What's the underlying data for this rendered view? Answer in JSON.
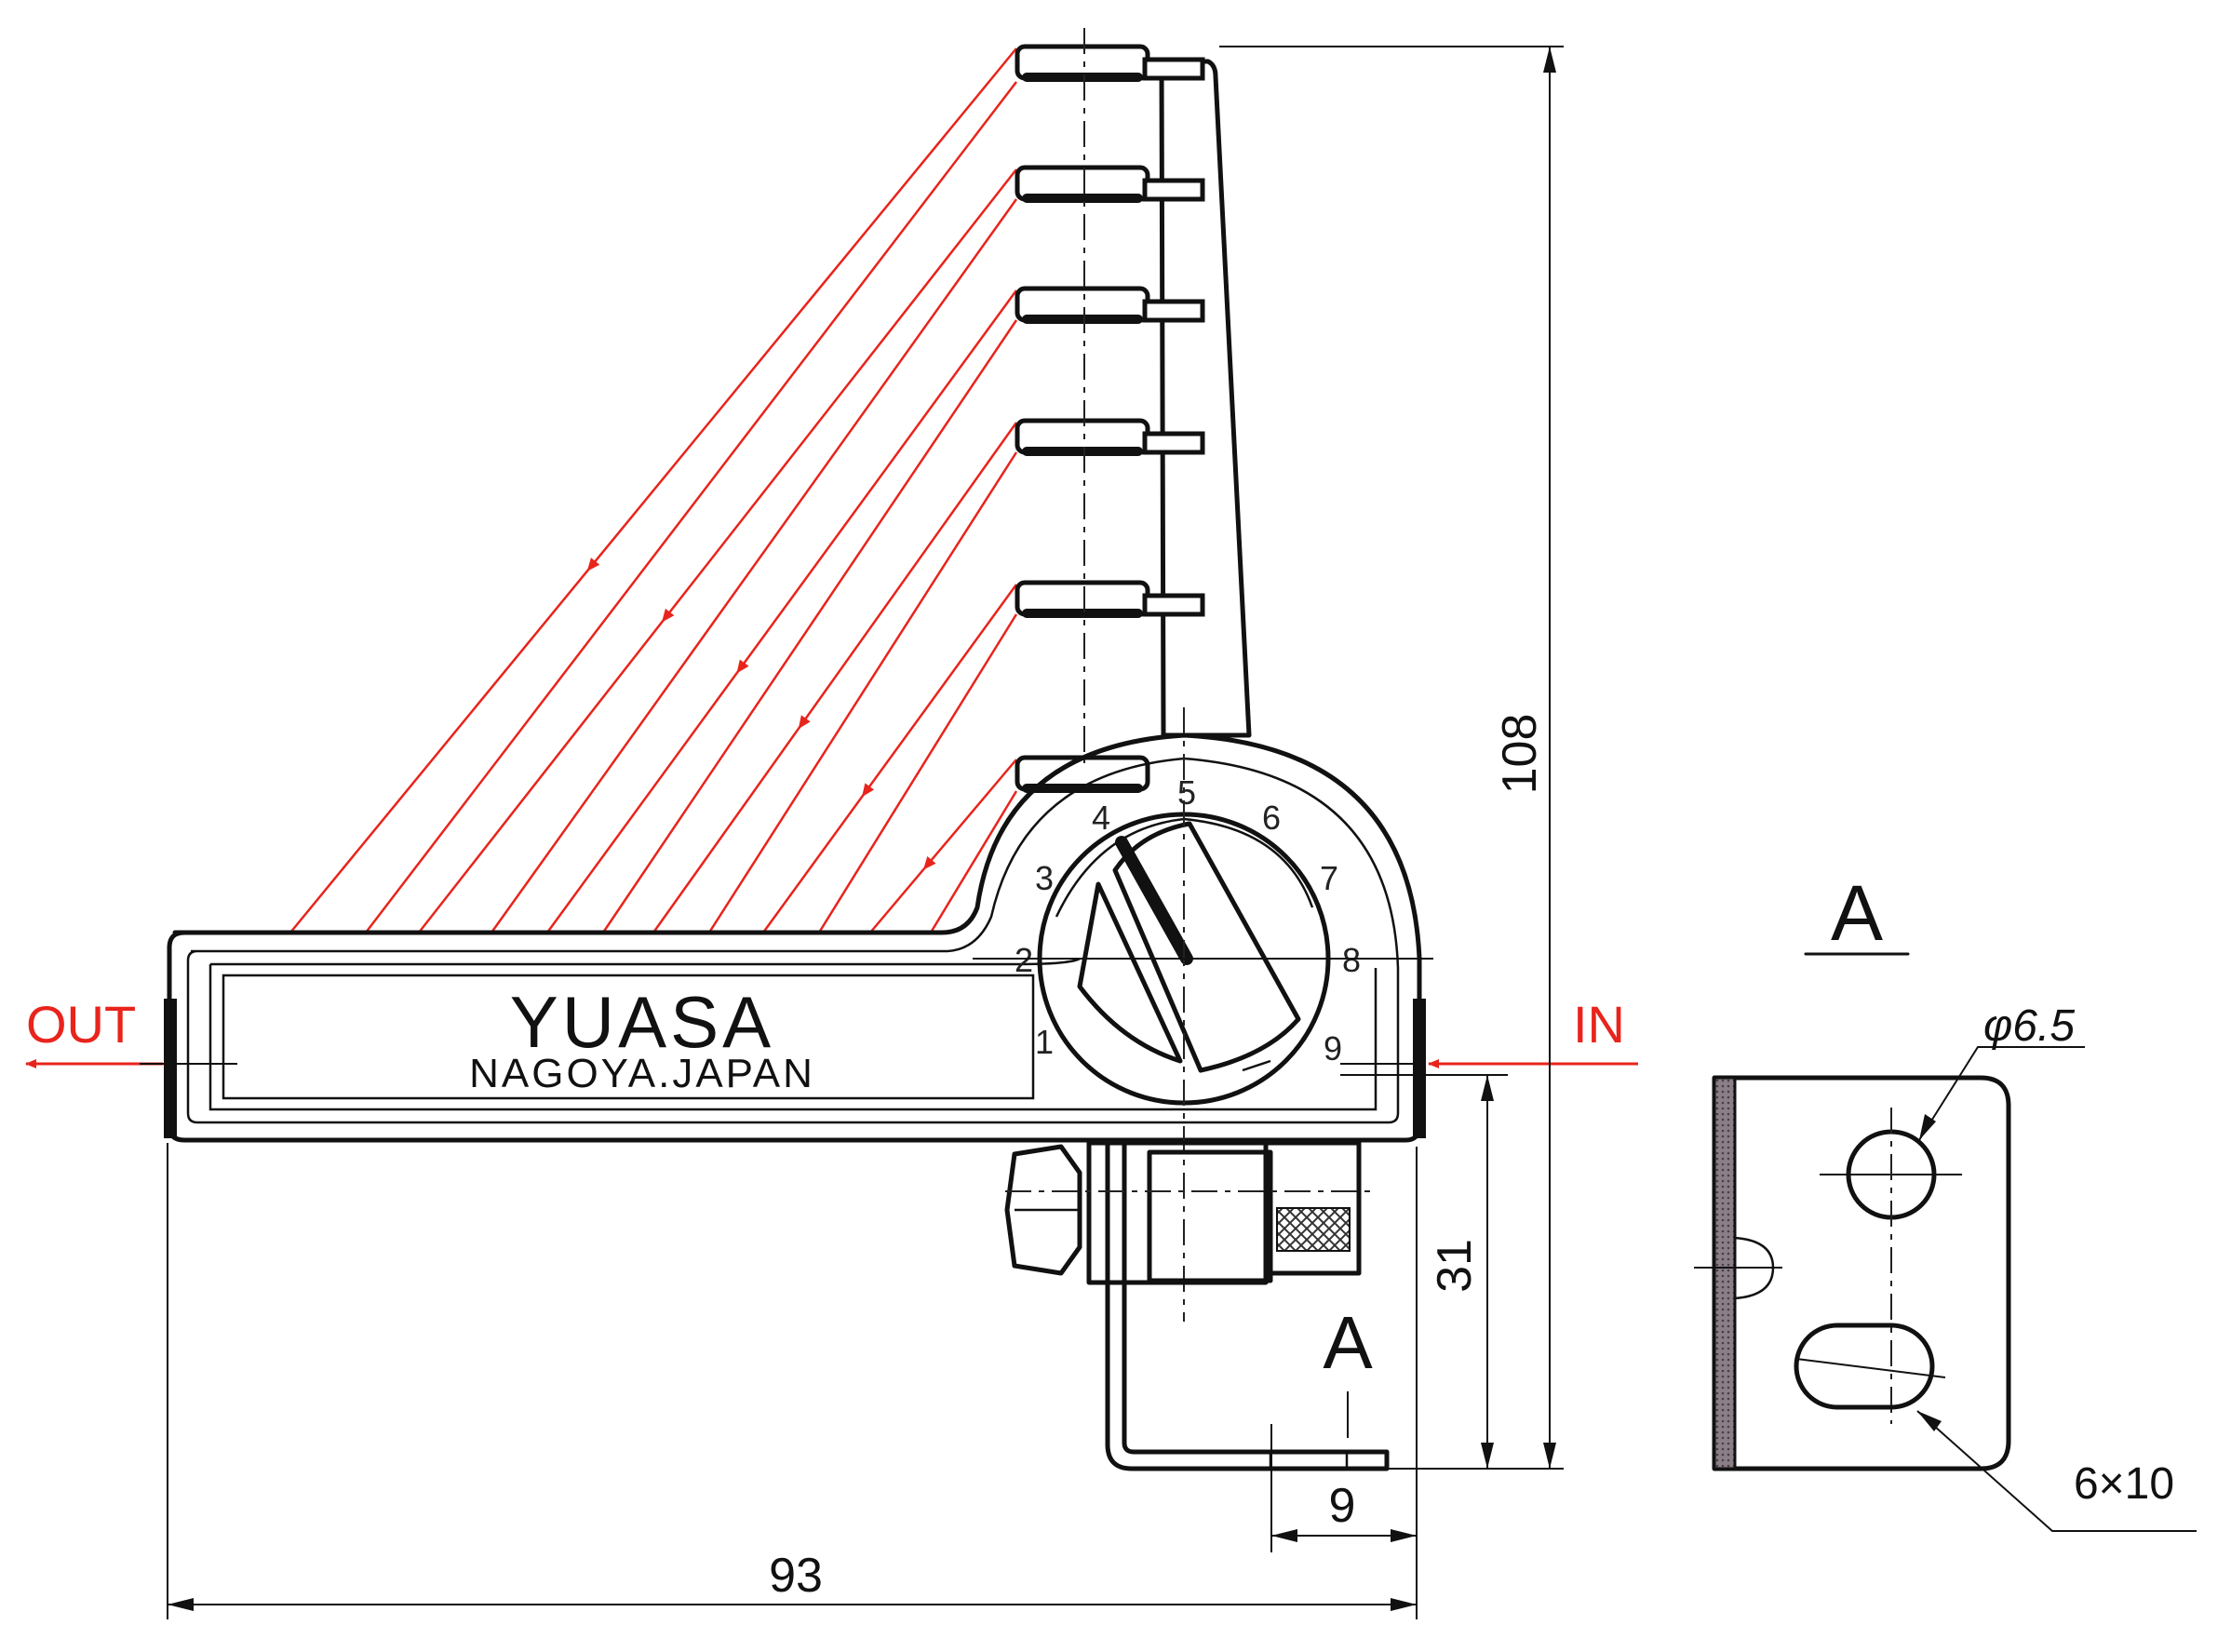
{
  "labels": {
    "brand": "YUASA",
    "origin": "NAGOYA.JAPAN",
    "out": "OUT",
    "in": "IN",
    "section_mark_front": "A",
    "section_title": "A",
    "hole_diameter": "φ6.5",
    "slot_size": "6×10"
  },
  "dimensions": {
    "overall_height": "108",
    "overall_width": "93",
    "base_height": "31",
    "foot_width": "9"
  },
  "dial": {
    "numbers": [
      "1",
      "2",
      "3",
      "4",
      "5",
      "6",
      "7",
      "8",
      "9"
    ],
    "setting": "4"
  },
  "colors": {
    "line": "#111111",
    "flow": "#e8241c",
    "hatch": "#555555"
  }
}
